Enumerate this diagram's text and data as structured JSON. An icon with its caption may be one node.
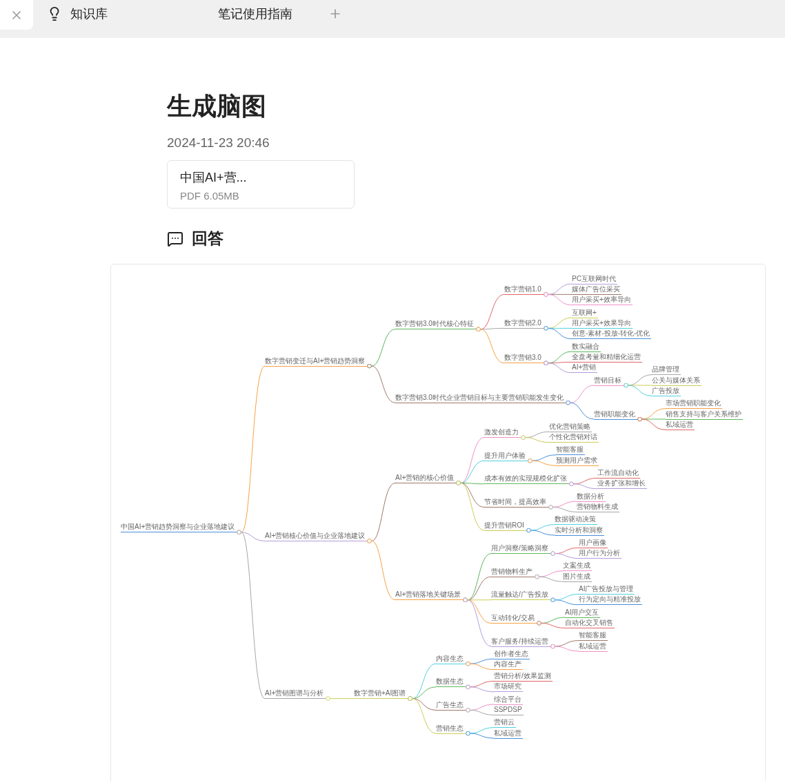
{
  "diagram": {
    "title": "生成脑图",
    "nodes": [
      {
        "text": [
          "中国AI+营销趋势洞察与企业落地建议"
        ]
      },
      {
        "text": [
          "数字营销变迁与AI+营销趋势洞察"
        ]
      },
      {
        "text": [
          "数字营销3.0时代核心特征"
        ]
      },
      {
        "text": [
          "数字营销1.0"
        ]
      },
      {
        "text": [
          "PC互联网时代"
        ]
      },
      {
        "text": [
          "媒体广告位采买"
        ]
      },
      {
        "text": [
          "用户采买+效率导向"
        ]
      },
      {
        "text": [
          "数字营销2.0"
        ]
      },
      {
        "text": [
          "互联网+"
        ]
      },
      {
        "text": [
          "用户采买+效果导向"
        ]
      },
      {
        "text": [
          "创意-素材-投放-转化-优化"
        ]
      },
      {
        "text": [
          "数字营销3.0"
        ]
      },
      {
        "text": [
          "数实融合"
        ]
      },
      {
        "text": [
          "全盘考量和精细化运营"
        ]
      },
      {
        "text": [
          "AI+营销"
        ]
      },
      {
        "text": [
          "数字营销3.0时代企业营销目标与主要营销职能发生变化"
        ]
      },
      {
        "text": [
          "营销目标"
        ]
      },
      {
        "text": [
          "品牌管理"
        ]
      },
      {
        "text": [
          "公关与媒体关系"
        ]
      },
      {
        "text": [
          "广告投放"
        ]
      },
      {
        "text": [
          "营销职能变化"
        ]
      },
      {
        "text": [
          "市场营销职能变化"
        ]
      },
      {
        "text": [
          "销售支持与客户关系维护"
        ]
      },
      {
        "text": [
          "私域运营"
        ]
      },
      {
        "text": [
          "AI+营销核心价值与企业落地建议"
        ]
      },
      {
        "text": [
          "AI+营销的核心价值"
        ]
      },
      {
        "text": [
          "激发创造力"
        ]
      },
      {
        "text": [
          "优化营销策略"
        ]
      },
      {
        "text": [
          "个性化营销对话"
        ]
      },
      {
        "text": [
          "提升用户体验"
        ]
      },
      {
        "text": [
          "智能客服"
        ]
      },
      {
        "text": [
          "预测用户需求"
        ]
      },
      {
        "text": [
          "成本有效的实现规模化扩张"
        ]
      },
      {
        "text": [
          "工作流自动化"
        ]
      },
      {
        "text": [
          "业务扩张和增长"
        ]
      },
      {
        "text": [
          "节省时间，提高效率"
        ]
      },
      {
        "text": [
          "数据分析"
        ]
      },
      {
        "text": [
          "营销物料生成"
        ]
      },
      {
        "text": [
          "提升营销ROI"
        ]
      },
      {
        "text": [
          "数据驱动决策"
        ]
      },
      {
        "text": [
          "实时分析和洞察"
        ]
      },
      {
        "text": [
          "AI+营销落地关键场景"
        ]
      },
      {
        "text": [
          "用户洞察/策略洞察"
        ]
      },
      {
        "text": [
          "用户画像"
        ]
      },
      {
        "text": [
          "用户行为分析"
        ]
      },
      {
        "text": [
          "营销物料生产"
        ]
      },
      {
        "text": [
          "文案生成"
        ]
      },
      {
        "text": [
          "图片生成"
        ]
      },
      {
        "text": [
          "流量触达/广告投放"
        ]
      },
      {
        "text": [
          "AI广告投放与管理"
        ]
      },
      {
        "text": [
          "行为定向与精准投放"
        ]
      },
      {
        "text": [
          "互动转化/交易"
        ]
      },
      {
        "text": [
          "AI用户交互"
        ]
      },
      {
        "text": [
          "自动化交叉销售"
        ]
      },
      {
        "text": [
          "客户服务/持续运营"
        ]
      },
      {
        "text": [
          "智能客服"
        ]
      },
      {
        "text": [
          "私域运营"
        ]
      },
      {
        "text": [
          "AI+营销图谱与分析"
        ]
      },
      {
        "text": [
          "数字营销+AI图谱"
        ]
      },
      {
        "text": [
          "内容生态"
        ]
      },
      {
        "text": [
          "创作者生态"
        ]
      },
      {
        "text": [
          "内容生产"
        ]
      },
      {
        "text": [
          "数据生态"
        ]
      },
      {
        "text": [
          "营销分析/效果监测"
        ]
      },
      {
        "text": [
          "市场研究"
        ]
      },
      {
        "text": [
          "广告生态"
        ]
      },
      {
        "text": [
          "综合平台"
        ]
      },
      {
        "text": [
          "SSPDSP"
        ]
      },
      {
        "text": [
          "营销生态"
        ]
      },
      {
        "text": [
          "营销云"
        ]
      },
      {
        "text": [
          "私域运营"
        ]
      }
    ],
    "edges": [
      {
        "from": 0,
        "to": 1,
        "arrow": "other",
        "color": "#f7a145"
      },
      {
        "from": 1,
        "to": 2,
        "arrow": "other",
        "color": "#5cb85c"
      },
      {
        "from": 2,
        "to": 3,
        "arrow": "other",
        "color": "#e06666"
      },
      {
        "from": 3,
        "to": 4,
        "arrow": "other",
        "color": "#b39ddb"
      },
      {
        "from": 3,
        "to": 5,
        "arrow": "other",
        "color": "#a0786a"
      },
      {
        "from": 3,
        "to": 6,
        "arrow": "other",
        "color": "#f090c8"
      },
      {
        "from": 2,
        "to": 7,
        "arrow": "other",
        "color": "#a6a6a6"
      },
      {
        "from": 7,
        "to": 8,
        "arrow": "other",
        "color": "#cccc55"
      },
      {
        "from": 7,
        "to": 9,
        "arrow": "other",
        "color": "#4fd1e0"
      },
      {
        "from": 7,
        "to": 10,
        "arrow": "other",
        "color": "#4a90d9"
      },
      {
        "from": 2,
        "to": 11,
        "arrow": "other",
        "color": "#f7a145"
      },
      {
        "from": 11,
        "to": 12,
        "arrow": "other",
        "color": "#5cb85c"
      },
      {
        "from": 11,
        "to": 13,
        "arrow": "other",
        "color": "#e06666"
      },
      {
        "from": 11,
        "to": 14,
        "arrow": "other",
        "color": "#b39ddb"
      },
      {
        "from": 1,
        "to": 15,
        "arrow": "other",
        "color": "#a0786a"
      },
      {
        "from": 15,
        "to": 16,
        "arrow": "other",
        "color": "#f090c8"
      },
      {
        "from": 16,
        "to": 17,
        "arrow": "other",
        "color": "#a6a6a6"
      },
      {
        "from": 16,
        "to": 18,
        "arrow": "other",
        "color": "#cccc55"
      },
      {
        "from": 16,
        "to": 19,
        "arrow": "other",
        "color": "#4fd1e0"
      },
      {
        "from": 15,
        "to": 20,
        "arrow": "other",
        "color": "#4a90d9"
      },
      {
        "from": 20,
        "to": 21,
        "arrow": "other",
        "color": "#f7a145"
      },
      {
        "from": 20,
        "to": 22,
        "arrow": "other",
        "color": "#5cb85c"
      },
      {
        "from": 20,
        "to": 23,
        "arrow": "other",
        "color": "#e06666"
      },
      {
        "from": 0,
        "to": 24,
        "arrow": "other",
        "color": "#b39ddb"
      },
      {
        "from": 24,
        "to": 25,
        "arrow": "other",
        "color": "#a0786a"
      },
      {
        "from": 25,
        "to": 26,
        "arrow": "other",
        "color": "#f090c8"
      },
      {
        "from": 26,
        "to": 27,
        "arrow": "other",
        "color": "#a6a6a6"
      },
      {
        "from": 26,
        "to": 28,
        "arrow": "other",
        "color": "#cccc55"
      },
      {
        "from": 25,
        "to": 29,
        "arrow": "other",
        "color": "#4fd1e0"
      },
      {
        "from": 29,
        "to": 30,
        "arrow": "other",
        "color": "#4a90d9"
      },
      {
        "from": 29,
        "to": 31,
        "arrow": "other",
        "color": "#f7a145"
      },
      {
        "from": 25,
        "to": 32,
        "arrow": "other",
        "color": "#5cb85c"
      },
      {
        "from": 32,
        "to": 33,
        "arrow": "other",
        "color": "#e06666"
      },
      {
        "from": 32,
        "to": 34,
        "arrow": "other",
        "color": "#b39ddb"
      },
      {
        "from": 25,
        "to": 35,
        "arrow": "other",
        "color": "#a0786a"
      },
      {
        "from": 35,
        "to": 36,
        "arrow": "other",
        "color": "#f090c8"
      },
      {
        "from": 35,
        "to": 37,
        "arrow": "other",
        "color": "#a6a6a6"
      },
      {
        "from": 25,
        "to": 38,
        "arrow": "other",
        "color": "#cccc55"
      },
      {
        "from": 38,
        "to": 39,
        "arrow": "other",
        "color": "#4fd1e0"
      },
      {
        "from": 38,
        "to": 40,
        "arrow": "other",
        "color": "#4a90d9"
      },
      {
        "from": 24,
        "to": 41,
        "arrow": "other",
        "color": "#f7a145"
      },
      {
        "from": 41,
        "to": 42,
        "arrow": "other",
        "color": "#5cb85c"
      },
      {
        "from": 42,
        "to": 43,
        "arrow": "other",
        "color": "#e06666"
      },
      {
        "from": 42,
        "to": 44,
        "arrow": "other",
        "color": "#b39ddb"
      },
      {
        "from": 41,
        "to": 45,
        "arrow": "other",
        "color": "#a0786a"
      },
      {
        "from": 45,
        "to": 46,
        "arrow": "other",
        "color": "#f090c8"
      },
      {
        "from": 45,
        "to": 47,
        "arrow": "other",
        "color": "#a6a6a6"
      },
      {
        "from": 41,
        "to": 48,
        "arrow": "other",
        "color": "#cccc55"
      },
      {
        "from": 48,
        "to": 49,
        "arrow": "other",
        "color": "#4fd1e0"
      },
      {
        "from": 48,
        "to": 50,
        "arrow": "other",
        "color": "#4a90d9"
      },
      {
        "from": 41,
        "to": 51,
        "arrow": "other",
        "color": "#f7a145"
      },
      {
        "from": 51,
        "to": 52,
        "arrow": "other",
        "color": "#5cb85c"
      },
      {
        "from": 51,
        "to": 53,
        "arrow": "other",
        "color": "#e06666"
      },
      {
        "from": 41,
        "to": 54,
        "arrow": "other",
        "color": "#b39ddb"
      },
      {
        "from": 54,
        "to": 55,
        "arrow": "other",
        "color": "#a0786a"
      },
      {
        "from": 54,
        "to": 56,
        "arrow": "other",
        "color": "#f090c8"
      },
      {
        "from": 0,
        "to": 57,
        "arrow": "other",
        "color": "#a6a6a6"
      },
      {
        "from": 57,
        "to": 58,
        "arrow": "other",
        "color": "#cccc55"
      },
      {
        "from": 58,
        "to": 59,
        "arrow": "other",
        "color": "#4fd1e0"
      },
      {
        "from": 59,
        "to": 60,
        "arrow": "other",
        "color": "#4a90d9"
      },
      {
        "from": 59,
        "to": 61,
        "arrow": "other",
        "color": "#f7a145"
      },
      {
        "from": 58,
        "to": 62,
        "arrow": "other",
        "color": "#5cb85c"
      },
      {
        "from": 62,
        "to": 63,
        "arrow": "other",
        "color": "#e06666"
      },
      {
        "from": 62,
        "to": 64,
        "arrow": "other",
        "color": "#b39ddb"
      },
      {
        "from": 58,
        "to": 65,
        "arrow": "other",
        "color": "#a0786a"
      },
      {
        "from": 65,
        "to": 66,
        "arrow": "other",
        "color": "#f090c8"
      },
      {
        "from": 65,
        "to": 67,
        "arrow": "other",
        "color": "#a6a6a6"
      },
      {
        "from": 58,
        "to": 68,
        "arrow": "other",
        "color": "#cccc55"
      },
      {
        "from": 68,
        "to": 69,
        "arrow": "other",
        "color": "#4fd1e0"
      },
      {
        "from": 68,
        "to": 70,
        "arrow": "other",
        "color": "#4a90d9"
      }
    ],
    "labels": [
      "知识库",
      "笔记使用指南",
      "2024-11-23 20:46",
      "中国AI+营...",
      "PDF 6.05MB",
      "回答"
    ]
  }
}
